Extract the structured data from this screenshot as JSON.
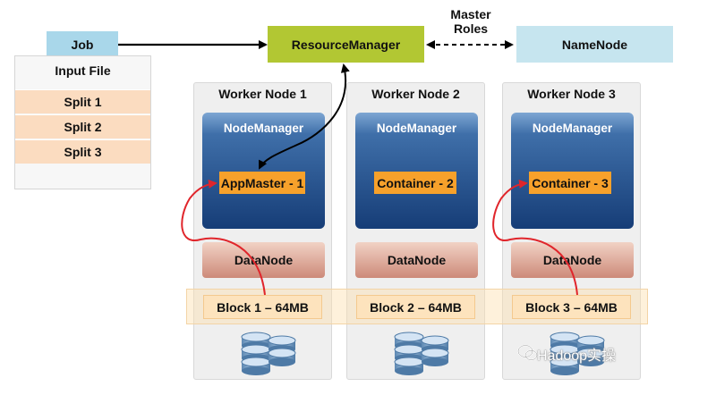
{
  "job": {
    "label": "Job"
  },
  "input_file": {
    "title": "Input File",
    "splits": [
      "Split 1",
      "Split 2",
      "Split 3"
    ]
  },
  "master": {
    "caption": "Master Roles",
    "resource_manager": "ResourceManager",
    "name_node": "NameNode"
  },
  "workers": [
    {
      "title": "Worker Node 1",
      "node_manager": "NodeManager",
      "container": "AppMaster - 1",
      "data_node": "DataNode",
      "block": "Block 1 – 64MB"
    },
    {
      "title": "Worker Node 2",
      "node_manager": "NodeManager",
      "container": "Container - 2",
      "data_node": "DataNode",
      "block": "Block 2 – 64MB"
    },
    {
      "title": "Worker Node 3",
      "node_manager": "NodeManager",
      "container": "Container - 3",
      "data_node": "DataNode",
      "block": "Block 3 – 64MB"
    }
  ],
  "watermark": "Hadoop实操",
  "colors": {
    "job": "#a9d7ea",
    "resource_manager": "#b2c733",
    "name_node": "#c6e5ef",
    "node_manager": "#163d77",
    "container": "#f7a12b",
    "data_node": "#cd8a79",
    "split": "#fbdcc0",
    "block": "#fde3bd",
    "red_arrow": "#e0252b"
  }
}
